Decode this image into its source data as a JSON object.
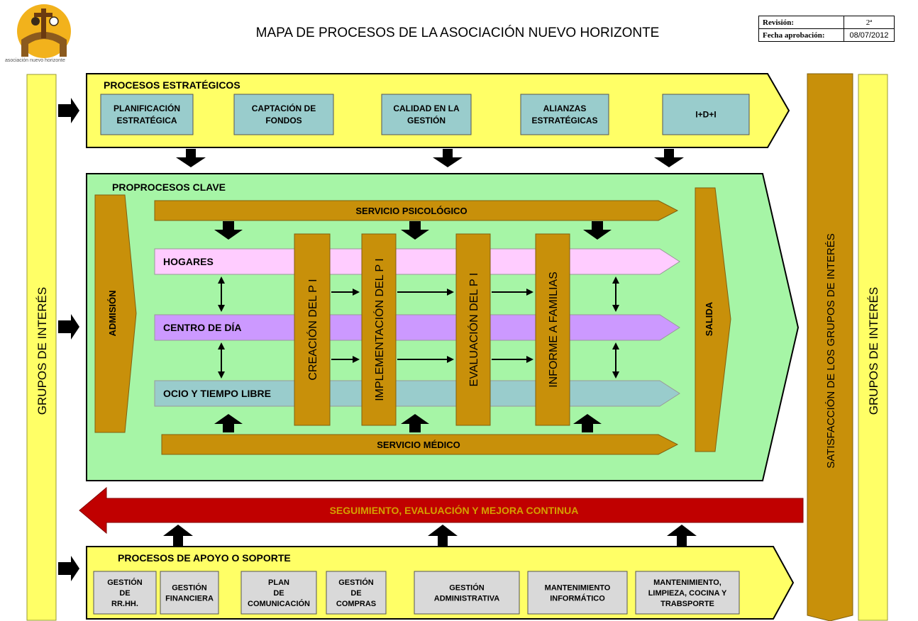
{
  "header": {
    "title": "MAPA DE PROCESOS DE LA ASOCIACIÓN NUEVO HORIZONTE",
    "logo_caption": "asociación nuevo horizonte",
    "revision_label": "Revisión:",
    "revision_value": "2ª",
    "approval_label": "Fecha aprobación:",
    "approval_value": "08/07/2012"
  },
  "side": {
    "left_label": "GRUPOS DE INTERÉS",
    "right_label": "GRUPOS DE INTERÉS",
    "satisfaction_label": "SATISFACCIÓN DE LOS GRUPOS DE INTERÉS"
  },
  "strategic": {
    "title": "PROCESOS ESTRATÉGICOS",
    "boxes": [
      [
        "PLANIFICACIÓN",
        "ESTRATÉGICA"
      ],
      [
        "CAPTACIÓN DE",
        "FONDOS"
      ],
      [
        "CALIDAD EN LA",
        "GESTIÓN"
      ],
      [
        "ALIANZAS",
        "ESTRATÉGICAS"
      ],
      [
        "I+D+I"
      ]
    ]
  },
  "key": {
    "title": "PROPROCESOS CLAVE",
    "admission": "ADMISIÓN",
    "exit": "SALIDA",
    "psych": "SERVICIO PSICOLÓGICO",
    "medical": "SERVICIO MÉDICO",
    "lanes": [
      "HOGARES",
      "CENTRO DE DÍA",
      "OCIO Y TIEMPO LIBRE"
    ],
    "phases": [
      "CREACIÓN DEL P I",
      "IMPLEMENTACIÓN DEL P I",
      "EVALUACIÓN DEL P I",
      "INFORME A FAMILIAS"
    ]
  },
  "improvement": "SEGUIMIENTO, EVALUACIÓN Y MEJORA CONTINUA",
  "support": {
    "title": "PROCESOS DE APOYO O SOPORTE",
    "boxes": [
      [
        "GESTIÓN",
        "DE",
        "RR.HH."
      ],
      [
        "GESTIÓN",
        "FINANCIERA"
      ],
      [
        "PLAN",
        "DE",
        "COMUNICACIÓN"
      ],
      [
        "GESTIÓN",
        "DE",
        "COMPRAS"
      ],
      [
        "GESTIÓN",
        "ADMINISTRATIVA"
      ],
      [
        "MANTENIMIENTO",
        "INFORMÁTICO"
      ],
      [
        "MANTENIMIENTO,",
        "LIMPIEZA, COCINA Y",
        "TRABSPORTE"
      ]
    ]
  },
  "colors": {
    "yellow": "#ffff66",
    "gold": "#c8900a",
    "green": "#a6f5a6",
    "teal_box": "#99cccc",
    "gray_box": "#d9d9d9",
    "pink": "#ffccff",
    "lavender": "#cc99ff",
    "light_blue": "#99cccc",
    "red": "#c00000"
  },
  "icons": [
    "logo-icon",
    "block-arrow-icon",
    "double-arrow-icon"
  ]
}
